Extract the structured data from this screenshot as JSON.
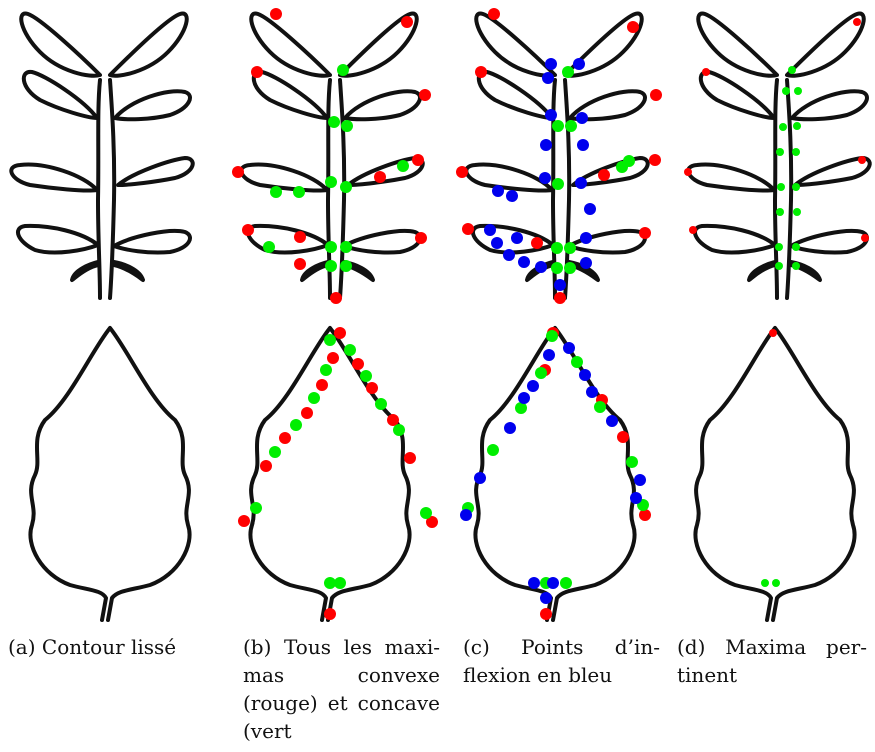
{
  "figure": {
    "captions": [
      {
        "letter": "(a)",
        "text": "(a) Contour lissé"
      },
      {
        "letter": "(b)",
        "text": "(b) Tous les maxi- mas convexe (rouge) et concave (vert"
      },
      {
        "letter": "(c)",
        "text": "(c) Points d’in- flexion en bleu"
      },
      {
        "letter": "(d)",
        "text": "(d) Maxima per- tinent"
      }
    ],
    "colors": {
      "contour": "#111111",
      "convex_maxima": "#ff0000",
      "concave_maxima": "#00ee00",
      "inflection_points": "#0000ee",
      "background": "#ffffff"
    },
    "panels": [
      "smoothed-contour",
      "all-maxima",
      "inflection-points",
      "pertinent-maxima"
    ],
    "rows": [
      "compound-leaf",
      "cordate-leaf"
    ]
  }
}
